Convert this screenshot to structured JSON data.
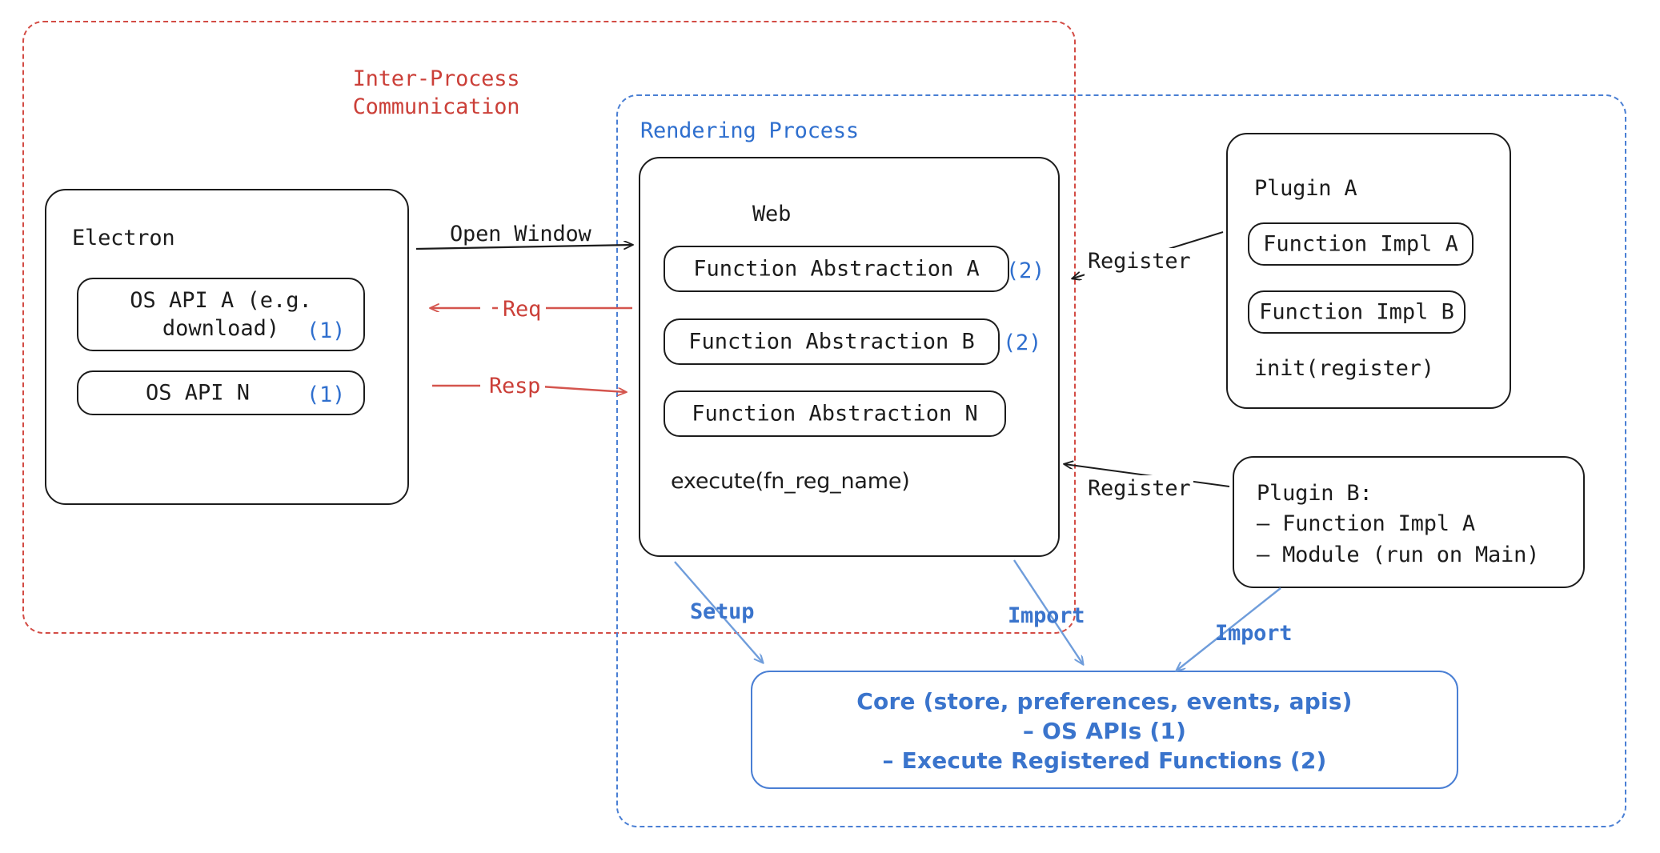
{
  "diagram": {
    "title_note": "Electron plugin architecture diagram",
    "colors": {
      "ipc_red": "#cb3f38",
      "process_blue": "#2f6fce",
      "core_blue": "#3a74cc",
      "stroke_black": "#1c1c1c"
    }
  },
  "groups": {
    "ipc": {
      "label": "Inter-Process\nCommunication"
    },
    "rendering": {
      "label": "Rendering Process"
    }
  },
  "electron": {
    "title": "Electron",
    "items": [
      {
        "label": "OS API A (e.g.\ndownload)",
        "badge": "(1)"
      },
      {
        "label": "OS API N",
        "badge": "(1)"
      }
    ]
  },
  "web": {
    "title": "Web",
    "items": [
      {
        "label": "Function Abstraction A",
        "badge": "(2)"
      },
      {
        "label": "Function Abstraction B",
        "badge": "(2)"
      },
      {
        "label": "Function Abstraction N",
        "badge": ""
      }
    ],
    "footer": "execute(fn_reg_name)"
  },
  "plugin_a": {
    "title": "Plugin A",
    "items": [
      {
        "label": "Function Impl A"
      },
      {
        "label": "Function Impl B"
      }
    ],
    "footer": "init(register)"
  },
  "plugin_b": {
    "lines": [
      "Plugin B:",
      "– Function Impl A",
      "– Module (run on Main)"
    ]
  },
  "core": {
    "lines": [
      "Core (store, preferences, events, apis)",
      "– OS APIs (1)",
      "– Execute Registered Functions (2)"
    ]
  },
  "arrows": {
    "open_window": "Open Window",
    "req": "Req",
    "resp": "Resp",
    "register_a": "Register",
    "register_b": "Register",
    "setup": "Setup",
    "import_web": "Import",
    "import_plugin": "Import"
  }
}
